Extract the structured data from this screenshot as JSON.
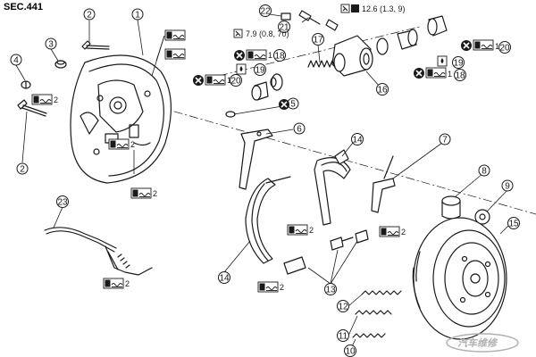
{
  "section_code": "SEC.441",
  "torque_spec_wheel_cylinder_bleeder": "12.6 (1.3, 9)",
  "torque_spec_wheel_cylinder_bolt": "7.9 (0.8, 70)",
  "grease_amount_label": "2",
  "replace_count_label": "1",
  "watermark_text": "汽车维修",
  "callouts": {
    "c1": "1",
    "c2": "2",
    "c3": "3",
    "c4": "4",
    "c5": "5",
    "c6": "6",
    "c7": "7",
    "c8": "8",
    "c9": "9",
    "c10": "10",
    "c11": "11",
    "c12": "12",
    "c13": "13",
    "c14": "14",
    "c15": "15",
    "c16": "16",
    "c17": "17",
    "c18": "18",
    "c19": "19",
    "c20": "20",
    "c21": "21",
    "c22": "22",
    "c23": "23"
  },
  "colors": {
    "line": "#1a1a1a",
    "background": "#ffffff",
    "watermark": "#b0b0b0"
  }
}
